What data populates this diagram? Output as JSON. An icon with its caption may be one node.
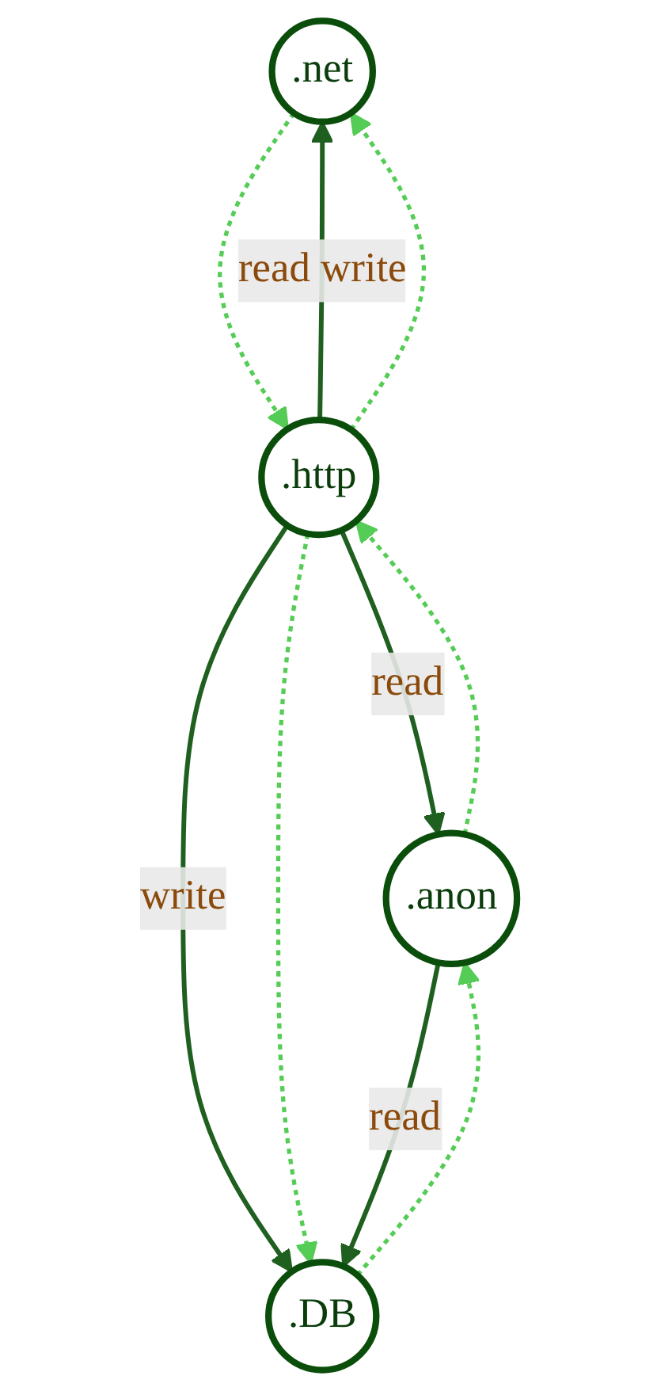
{
  "diagram": {
    "nodes": [
      {
        "text": [
          ".net"
        ]
      },
      {
        "text": [
          ".http"
        ]
      },
      {
        "text": [
          ".anon"
        ]
      },
      {
        "text": [
          ".DB"
        ]
      }
    ],
    "edges": [
      {
        "from": 0,
        "to": 1,
        "arrow": "to",
        "style": "dashed",
        "color": "#55cc55"
      },
      {
        "from": 1,
        "to": 0,
        "arrow": "to",
        "label": "read write",
        "color": "#1f5f1f"
      },
      {
        "from": 1,
        "to": 0,
        "arrow": "to",
        "style": "dashed",
        "color": "#55cc55"
      },
      {
        "from": 1,
        "to": 2,
        "arrow": "to",
        "label": "read",
        "color": "#1f5f1f"
      },
      {
        "from": 2,
        "to": 1,
        "arrow": "to",
        "style": "dashed",
        "color": "#55cc55"
      },
      {
        "from": 1,
        "to": 3,
        "arrow": "to",
        "label": "write",
        "color": "#1f5f1f"
      },
      {
        "from": 1,
        "to": 3,
        "arrow": "to",
        "style": "dashed",
        "color": "#55cc55"
      },
      {
        "from": 2,
        "to": 3,
        "arrow": "to",
        "label": "read",
        "color": "#1f5f1f"
      },
      {
        "from": 3,
        "to": 2,
        "arrow": "to",
        "style": "dashed",
        "color": "#55cc55"
      }
    ]
  }
}
